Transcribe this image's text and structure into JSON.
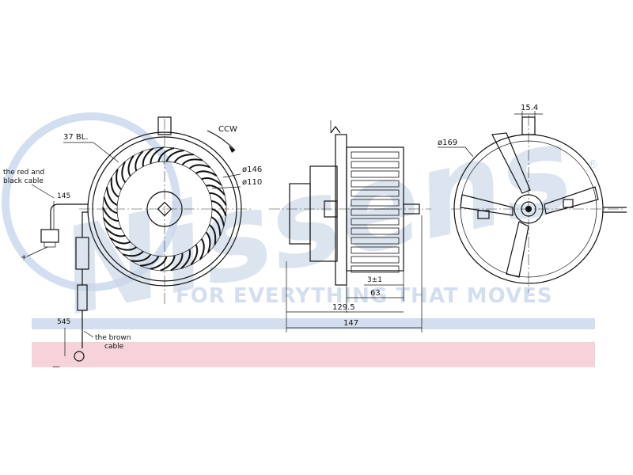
{
  "watermark": {
    "brand": "Nissens",
    "tagline": "FOR EVERYTHING THAT MOVES",
    "trademark": "®",
    "colors": {
      "blue": "#c9d6e6",
      "red": "#f1c8ce",
      "blue_band": "#d3dff0",
      "red_band": "#f6d3d8"
    }
  },
  "labels": {
    "blades": "37 BL.",
    "rotation": "CCW",
    "outer_diameter": "ø146",
    "inner_diameter": "ø110",
    "red_black_cable_1": "the red and",
    "red_black_cable_2": "black cable",
    "cable_length_top": "145",
    "plus_terminal": "+",
    "cable_length_bottom": "545",
    "brown_cable_1": "the brown",
    "brown_cable_2": "cable",
    "minus_terminal": "—",
    "dim_3": "3±1",
    "dim_63": "63",
    "dim_129_5": "129.5",
    "dim_147": "147",
    "motor_diameter": "ø169",
    "shaft_width": "15.4"
  }
}
